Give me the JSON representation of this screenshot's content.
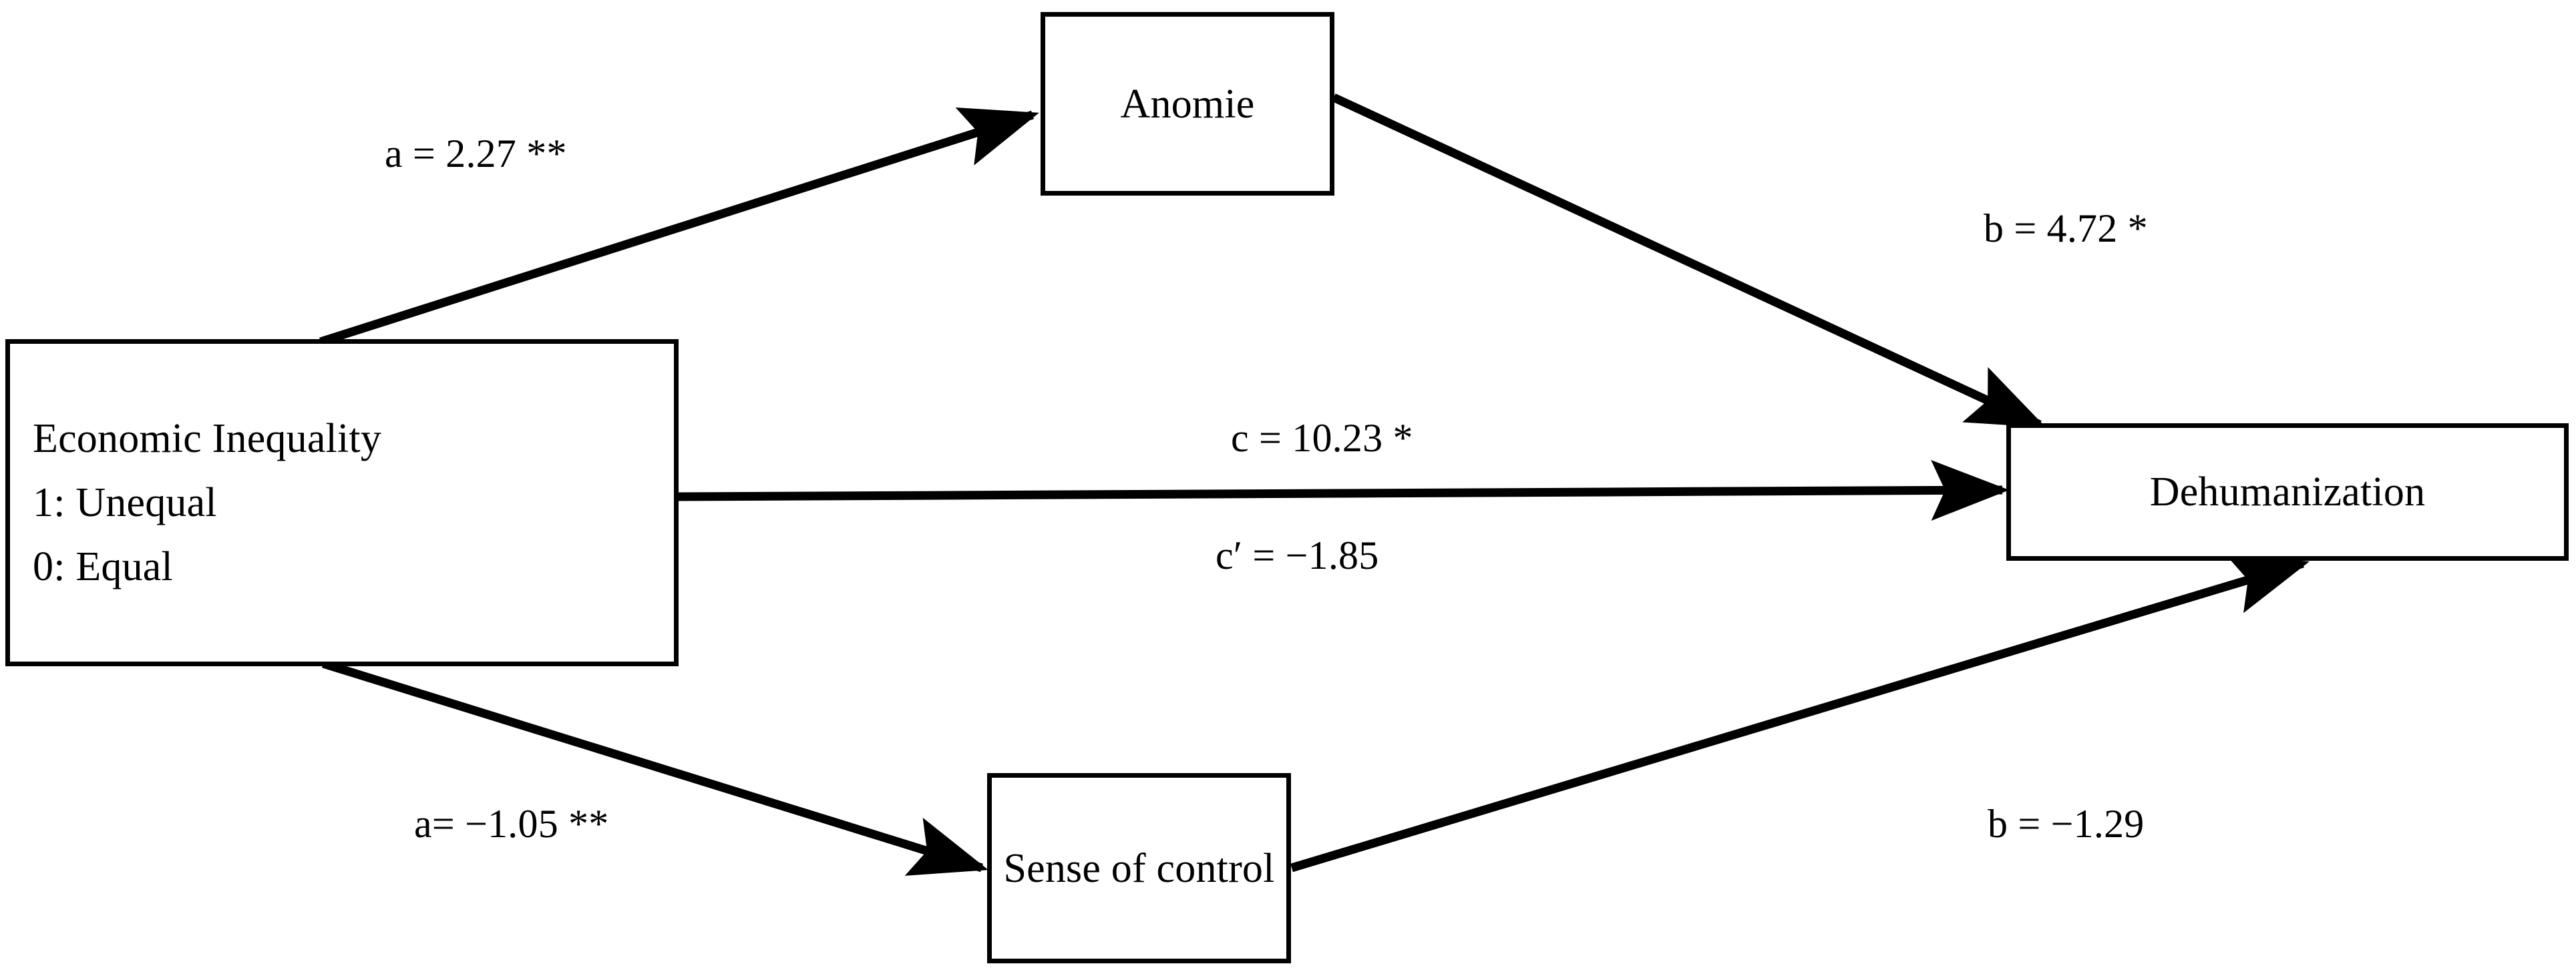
{
  "figure": {
    "type": "mediation-path-diagram",
    "background_color": "#ffffff",
    "stroke_color": "#000000"
  },
  "nodes": {
    "predictor": {
      "name": "economic-inequality",
      "label": "Economic Inequality",
      "coding_line_1": "1: Unequal",
      "coding_line_2": "0: Equal"
    },
    "mediator_top": {
      "name": "anomie",
      "label": "Anomie"
    },
    "mediator_bottom": {
      "name": "sense-of-control",
      "label": "Sense of control"
    },
    "outcome": {
      "name": "dehumanization",
      "label": "Dehumanization"
    }
  },
  "paths": {
    "a_anomie": {
      "label": "a = 2.27 **",
      "coefficient": 2.27,
      "significance": "**",
      "from": "Economic Inequality",
      "to": "Anomie"
    },
    "b_anomie": {
      "label": "b = 4.72 *",
      "coefficient": 4.72,
      "significance": "*",
      "from": "Anomie",
      "to": "Dehumanization"
    },
    "c_total": {
      "label": "c = 10.23 *",
      "coefficient": 10.23,
      "significance": "*",
      "from": "Economic Inequality",
      "to": "Dehumanization"
    },
    "c_direct": {
      "label": "c′ = −1.85",
      "coefficient": -1.85,
      "significance": "",
      "from": "Economic Inequality",
      "to": "Dehumanization"
    },
    "a_control": {
      "label": "a= −1.05 **",
      "coefficient": -1.05,
      "significance": "**",
      "from": "Economic Inequality",
      "to": "Sense of control"
    },
    "b_control": {
      "label": "b = −1.29",
      "coefficient": -1.29,
      "significance": "",
      "from": "Sense of control",
      "to": "Dehumanization"
    }
  },
  "chart_data": {
    "type": "diagram",
    "title": "",
    "nodes": [
      "Economic Inequality",
      "Anomie",
      "Sense of control",
      "Dehumanization"
    ],
    "edges": [
      {
        "from": "Economic Inequality",
        "to": "Anomie",
        "label": "a = 2.27 **",
        "value": 2.27
      },
      {
        "from": "Anomie",
        "to": "Dehumanization",
        "label": "b = 4.72 *",
        "value": 4.72
      },
      {
        "from": "Economic Inequality",
        "to": "Dehumanization",
        "label": "c = 10.23 *",
        "value": 10.23
      },
      {
        "from": "Economic Inequality",
        "to": "Dehumanization",
        "label": "c′ = −1.85",
        "value": -1.85
      },
      {
        "from": "Economic Inequality",
        "to": "Sense of control",
        "label": "a= −1.05 **",
        "value": -1.05
      },
      {
        "from": "Sense of control",
        "to": "Dehumanization",
        "label": "b = −1.29",
        "value": -1.29
      }
    ]
  }
}
